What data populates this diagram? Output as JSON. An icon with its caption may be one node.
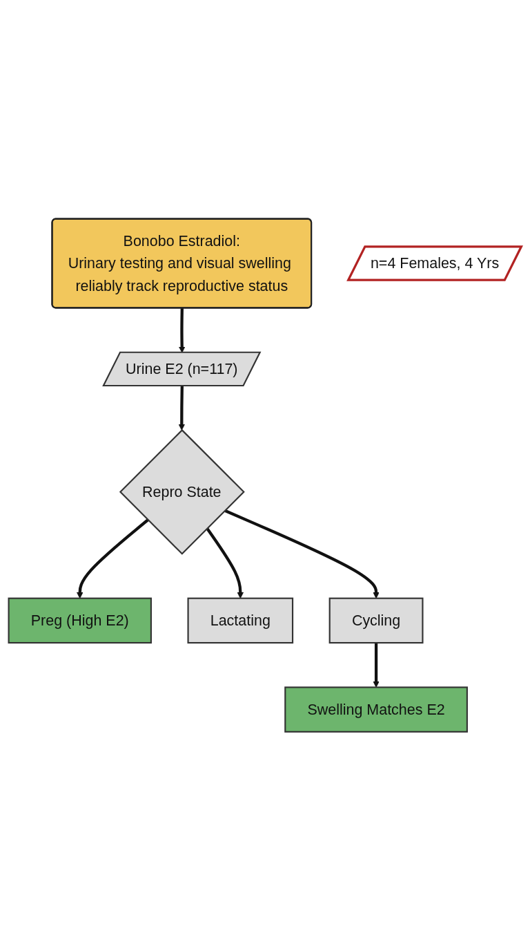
{
  "diagram": {
    "nodes": [
      {
        "text": [
          "Bonobo Estradiol:",
          "Urinary testing and visual swelling reliably track reproductive status"
        ]
      },
      {
        "text": [
          "Urine E2 (n=117)"
        ]
      },
      {
        "text": [
          "n=4 Females, 4 Yrs"
        ]
      },
      {
        "text": [
          "Repro State"
        ]
      },
      {
        "text": [
          "Preg (High E2)"
        ]
      },
      {
        "text": [
          "Lactating"
        ]
      },
      {
        "text": [
          "Cycling"
        ]
      },
      {
        "text": [
          "Swelling Matches E2"
        ]
      }
    ],
    "edges": [
      {
        "from": 0,
        "to": 1,
        "arrow": "to"
      },
      {
        "from": 1,
        "to": 3,
        "arrow": "to"
      },
      {
        "from": 3,
        "to": 4,
        "arrow": "to"
      },
      {
        "from": 3,
        "to": 6,
        "arrow": "to"
      },
      {
        "from": 3,
        "to": 5,
        "arrow": "to"
      },
      {
        "from": 6,
        "to": 7,
        "arrow": "to"
      }
    ]
  }
}
